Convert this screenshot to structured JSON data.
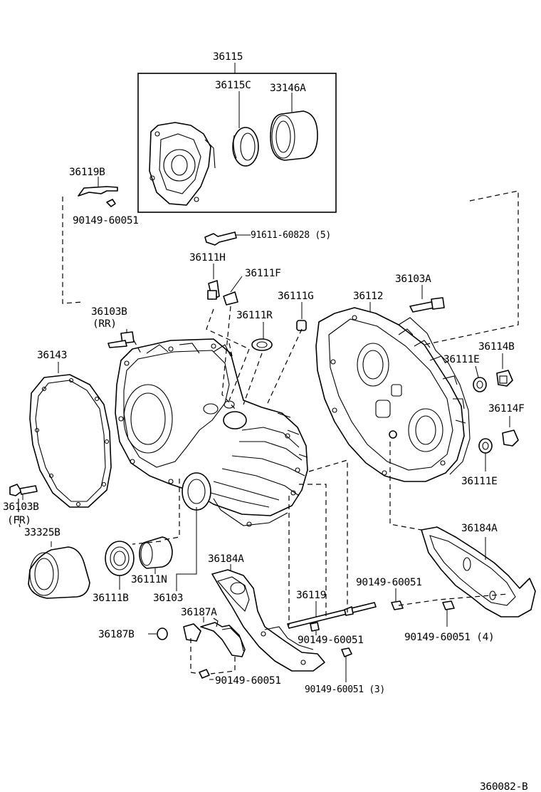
{
  "labels": {
    "l36115": "36115",
    "l36115C": "36115C",
    "l33146A": "33146A",
    "l36119B": "36119B",
    "l90149_top": "90149-60051",
    "l91611": "91611-60828 (5)",
    "l36111H": "36111H",
    "l36111F": "36111F",
    "l36103A": "36103A",
    "l36111G": "36111G",
    "l36112": "36112",
    "l36103B_rr": "36103B",
    "lRR": "(RR)",
    "l36111R": "36111R",
    "l36143": "36143",
    "l36111E_a": "36111E",
    "l36114B": "36114B",
    "l36114F": "36114F",
    "l36111E_b": "36111E",
    "l36103B_fr": "36103B",
    "lFR": "(FR)",
    "l33325B": "33325B",
    "l36184A_r": "36184A",
    "l36184A_c": "36184A",
    "l36111N": "36111N",
    "l36111B": "36111B",
    "l36103": "36103",
    "l36119": "36119",
    "l90149_mid": "90149-60051",
    "l36187A": "36187A",
    "l36187B": "36187B",
    "l90149_c": "90149-60051",
    "l90149_r4": "90149-60051 (4)",
    "l90149_b": "90149-60051",
    "l90149_3": "90149-60051 (3)",
    "lcode": "360082-B"
  }
}
